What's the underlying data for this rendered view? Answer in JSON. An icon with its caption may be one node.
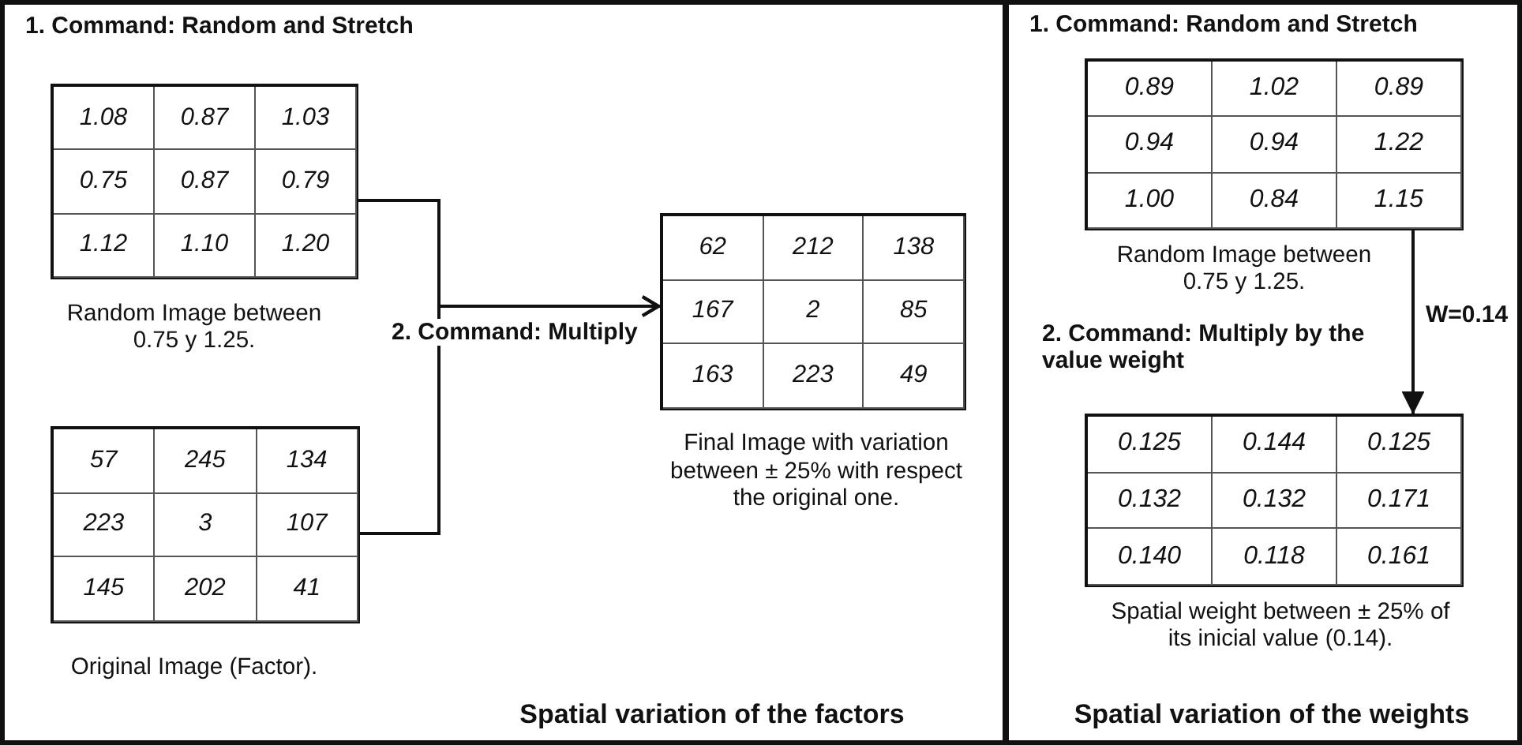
{
  "diagram": {
    "nodes": [
      {
        "text": [
          "1. Command: Random and Stretch",
          "Spatial variation of the factors"
        ]
      },
      {
        "text": [
          "1.08",
          "0.87",
          "1.03",
          "0.75",
          "0.87",
          "0.79",
          "1.12",
          "1.10",
          "1.20"
        ],
        "in": 0,
        "beside": [
          "Random Image between 0.75 y 1.25."
        ]
      },
      {
        "text": [
          "57",
          "245",
          "134",
          "223",
          "3",
          "107",
          "145",
          "202",
          "41"
        ],
        "in": 0,
        "beside": [
          "Original Image (Factor)."
        ]
      },
      {
        "text": [
          "62",
          "212",
          "138",
          "167",
          "2",
          "85",
          "163",
          "223",
          "49"
        ],
        "in": 0,
        "beside": [
          "Final Image with variation between ± 25% with respect the original one."
        ]
      },
      {
        "text": [
          "1. Command: Random and Stretch",
          "2. Command: Multiply by the value weight",
          "Spatial variation of the weights"
        ]
      },
      {
        "text": [
          "0.89",
          "1.02",
          "0.89",
          "0.94",
          "0.94",
          "1.22",
          "1.00",
          "0.84",
          "1.15"
        ],
        "in": 4,
        "beside": [
          "Random Image between 0.75 y 1.25."
        ]
      },
      {
        "text": [
          "0.125",
          "0.144",
          "0.125",
          "0.132",
          "0.132",
          "0.171",
          "0.140",
          "0.118",
          "0.161"
        ],
        "in": 4,
        "beside": [
          "Spatial weight between ± 25% of its inicial value (0.14)."
        ]
      }
    ],
    "edges": [
      {
        "from": 1,
        "to": 3,
        "arrow": "to"
      },
      {
        "from": 2,
        "to": 3,
        "arrow": "to",
        "label": "2. Command: Multiply"
      },
      {
        "from": 5,
        "to": 6,
        "arrow": "to",
        "label": "W=0.14"
      }
    ]
  }
}
